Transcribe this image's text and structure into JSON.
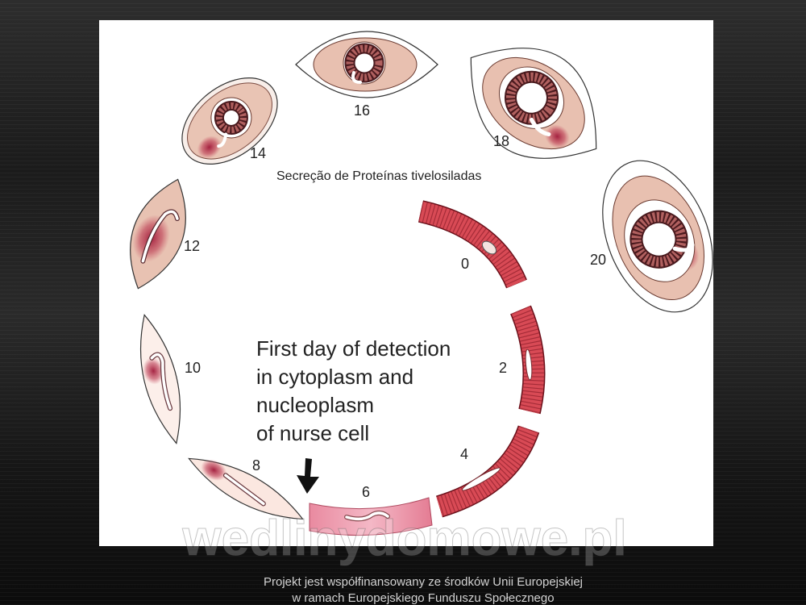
{
  "slide": {
    "watermark": "wedlinydomowe.pl",
    "footer": {
      "line1": "Projekt jest współfinansowany ze środków Unii Europejskiej",
      "line2": "w ramach Europejskiego Funduszu Społecznego"
    }
  },
  "diagram": {
    "secretion_label": "Secreção de Proteínas tivelosiladas",
    "caption_lines": [
      "First day of detection",
      "in cytoplasm and",
      "nucleoplasm",
      "of nurse cell"
    ],
    "stages": [
      "0",
      "2",
      "4",
      "6",
      "8",
      "10",
      "12",
      "14",
      "16",
      "18",
      "20"
    ]
  },
  "colors": {
    "muscle": "#d84a55",
    "muscle_dark": "#7c1420",
    "cell_pink": "#e8c2b2",
    "spot_red": "#a0193a",
    "panel": "#ffffff"
  }
}
